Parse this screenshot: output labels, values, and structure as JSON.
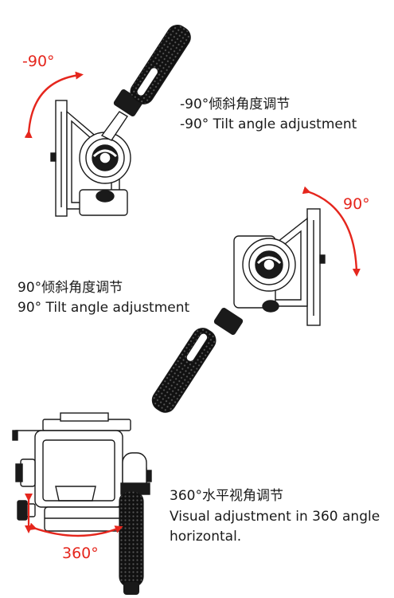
{
  "colors": {
    "accent": "#e5261d",
    "line": "#1a1a1a",
    "grip": "#111111"
  },
  "sections": [
    {
      "angle_label": "-90°",
      "caption_zh": "-90°倾斜角度调节",
      "caption_en": "-90° Tilt angle adjustment"
    },
    {
      "angle_label": "90°",
      "caption_zh": "90°倾斜角度调节",
      "caption_en": "90° Tilt angle adjustment"
    },
    {
      "angle_label": "360°",
      "caption_zh": "360°水平视角调节",
      "caption_en_line1": "Visual adjustment in 360 angle",
      "caption_en_line2": "horizontal."
    }
  ]
}
